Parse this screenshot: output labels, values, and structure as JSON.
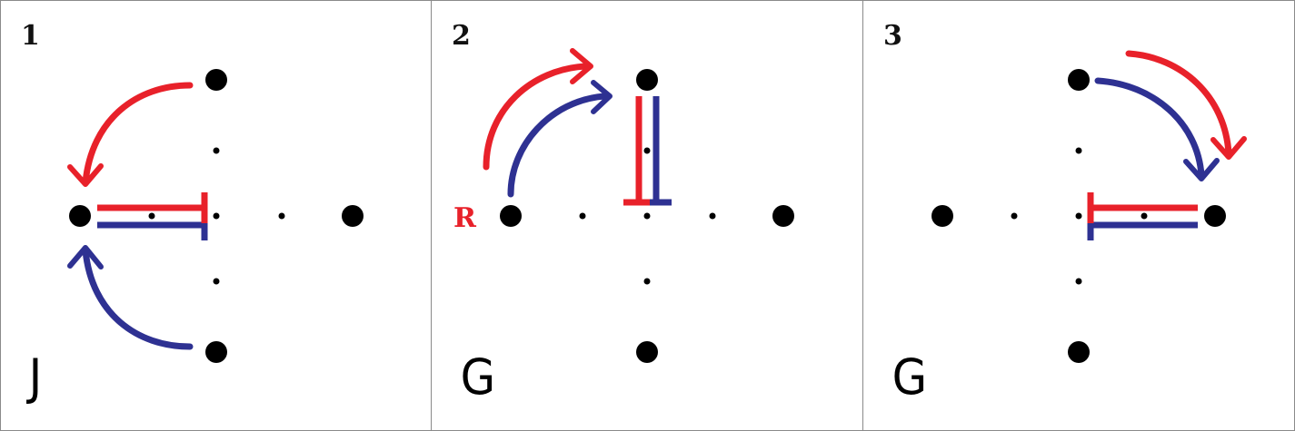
{
  "colors": {
    "red": "#e8212a",
    "blue": "#2e3192",
    "dot": "#000000",
    "border": "#8a8a8a"
  },
  "panels": [
    {
      "number": "1",
      "letter": "J",
      "side_label": ""
    },
    {
      "number": "2",
      "letter": "G",
      "side_label": "R"
    },
    {
      "number": "3",
      "letter": "G",
      "side_label": ""
    }
  ]
}
